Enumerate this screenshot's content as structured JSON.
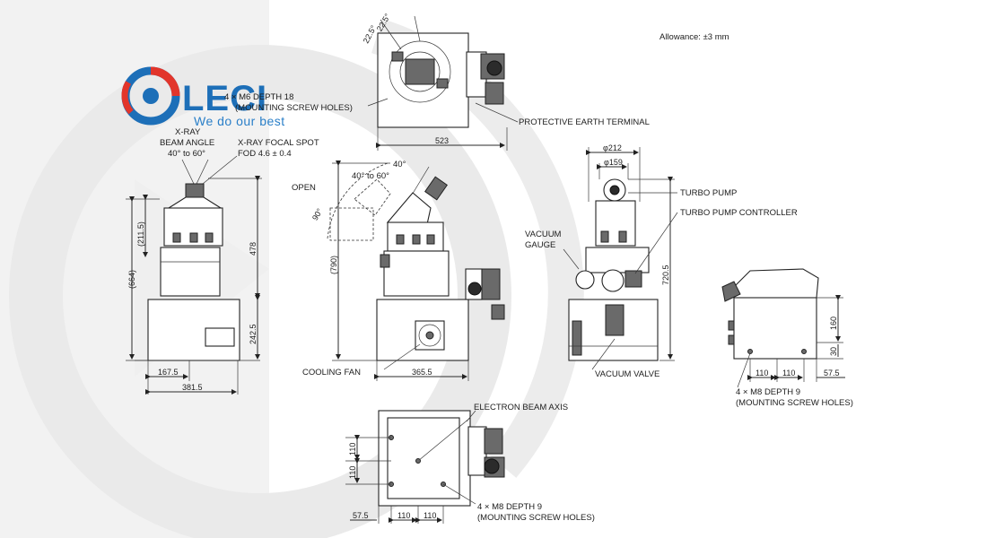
{
  "allowance": "Allowance: ±3 mm",
  "logo": {
    "name": "LECI",
    "slogan": "We do our best",
    "accent": "#e2352b",
    "brand": "#1d6fb8"
  },
  "top_view": {
    "angle_a": "22.5°",
    "angle_b": "22.5°",
    "mount_note_1": "4 × M6 DEPTH 18",
    "mount_note_2": "(MOUNTING SCREW HOLES)",
    "width": "523",
    "earth": "PROTECTIVE EARTH TERMINAL"
  },
  "front_view": {
    "xray_1": "X-RAY",
    "xray_2": "BEAM ANGLE",
    "beam_range": "40° to 60°",
    "focal_1": "X-RAY FOCAL SPOT",
    "focal_2": "FOD 4.6 ± 0.4",
    "h211": "(211.5)",
    "h664": "(664)",
    "h478": "478",
    "h242": "242.5",
    "w167": "167.5",
    "w381": "381.5"
  },
  "side_view": {
    "open": "OPEN",
    "angle40": "40°",
    "range": "40° to 60°",
    "angle90": "90°",
    "h790": "(790)",
    "fan": "COOLING FAN",
    "w365": "365.5"
  },
  "rear_view": {
    "d212": "φ212",
    "d159": "φ159",
    "gauge_1": "VACUUM",
    "gauge_2": "GAUGE",
    "pump": "TURBO PUMP",
    "controller": "TURBO PUMP CONTROLLER",
    "h720": "720.5",
    "valve": "VACUUM VALVE"
  },
  "base_view": {
    "h160": "160",
    "h30": "30",
    "d110a": "110",
    "d110b": "110",
    "d57": "57.5",
    "note_1": "4 × M8 DEPTH 9",
    "note_2": "(MOUNTING SCREW HOLES)"
  },
  "bottom_view": {
    "axis": "ELECTRON BEAM AXIS",
    "v110a": "110",
    "v110b": "110",
    "w57": "57.5",
    "w110a": "110",
    "w110b": "110",
    "note_1": "4 × M8 DEPTH 9",
    "note_2": "(MOUNTING SCREW HOLES)"
  }
}
